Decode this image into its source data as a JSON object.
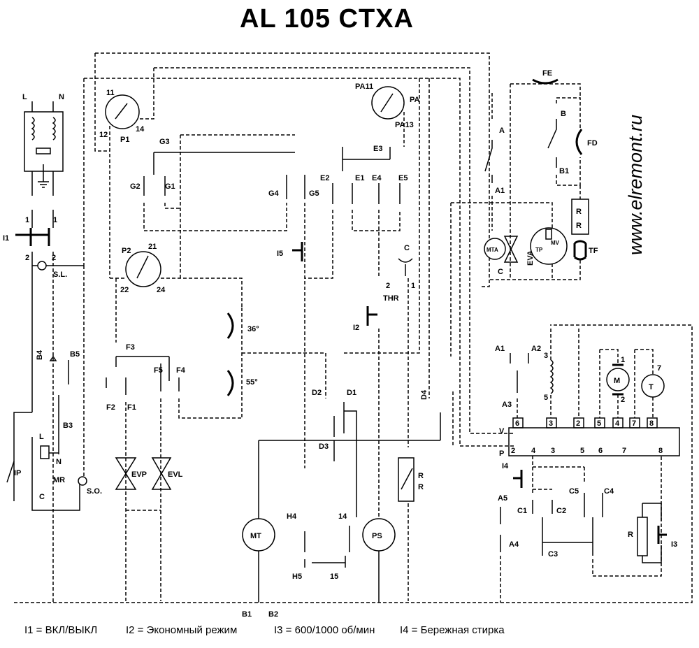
{
  "title": "AL 105 CTXA",
  "watermark": "www.elremont.ru",
  "labels": {
    "L": "L",
    "N": "N",
    "one_left": "1",
    "one_right": "1",
    "I1": "I1",
    "two_left": "2",
    "two_right": "2",
    "SL": "S.L.",
    "B4": "B4",
    "B5": "B5",
    "B3": "B3",
    "IP": "IP",
    "MR_L": "L",
    "MR_N": "N",
    "MR": "MR",
    "MR_C": "C",
    "SO": "S.O.",
    "P1_11": "11",
    "P1_12": "12",
    "P1_14": "14",
    "P1": "P1",
    "G3": "G3",
    "G2": "G2",
    "G1": "G1",
    "G4": "G4",
    "G5": "G5",
    "P2": "P2",
    "P2_21": "21",
    "P2_22": "22",
    "P2_24": "24",
    "F3": "F3",
    "F2": "F2",
    "F1": "F1",
    "F5": "F5",
    "F4": "F4",
    "EVP": "EVP",
    "EVL": "EVL",
    "T36": "36°",
    "T55": "55°",
    "PA11": "PA11",
    "PA": "PA",
    "PA13": "PA13",
    "E3": "E3",
    "E2": "E2",
    "E1": "E1",
    "E4": "E4",
    "E5": "E5",
    "I5": "I5",
    "C": "C",
    "THR_2": "2",
    "THR_1": "1",
    "THR": "THR",
    "I2": "I2",
    "D2": "D2",
    "D1": "D1",
    "D3": "D3",
    "D4": "D4",
    "RR_mid_1": "R",
    "RR_mid_2": "R",
    "MT": "MT",
    "PS": "PS",
    "H4": "H4",
    "H5": "H5",
    "n14": "14",
    "n15": "15",
    "B1": "B1",
    "B2": "B2",
    "FE": "FE",
    "B": "B",
    "B1_top": "B1",
    "FD": "FD",
    "RR_right_1": "R",
    "RR_right_2": "R",
    "TF": "TF",
    "A": "A",
    "A1": "A1",
    "MTA": "MTA",
    "EVA": "EVA",
    "C_mta": "C",
    "TP": "TP",
    "MV": "MV",
    "A1b": "A1",
    "A2": "A2",
    "n3": "3",
    "n5": "5",
    "A3": "A3",
    "M": "M",
    "m1": "1",
    "m2": "2",
    "T": "T",
    "t7": "7",
    "p6": "6",
    "p3": "3",
    "p2": "2",
    "p5": "5",
    "p4": "4",
    "p7": "7",
    "p8": "8",
    "V": "V",
    "P": "P",
    "q2": "2",
    "q4": "4",
    "q3": "3",
    "q5": "5",
    "q6": "6",
    "q7": "7",
    "q8": "8",
    "I4": "I4",
    "A5": "A5",
    "A4": "A4",
    "C1": "C1",
    "C2": "C2",
    "C5": "C5",
    "C4": "C4",
    "C3": "C3",
    "R": "R",
    "I3": "I3"
  },
  "legend": {
    "i1": "I1 = ВКЛ/ВЫКЛ",
    "i2": "I2 = Экономный  режим",
    "i3": "I3 = 600/1000 об/мин",
    "i4": "I4 = Бережная стирка"
  }
}
